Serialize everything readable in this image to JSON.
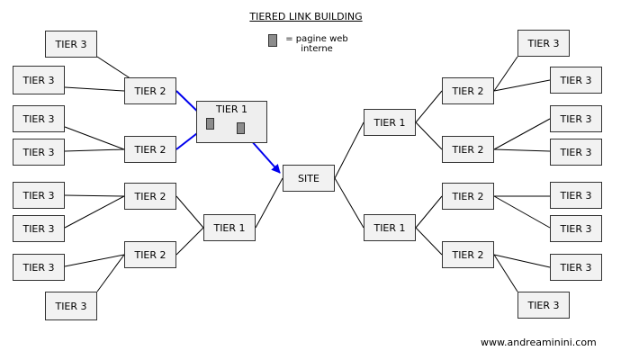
{
  "title": "TIERED LINK BUILDING",
  "legend": {
    "text": "= pagine web interne",
    "icon": "page-square"
  },
  "footer": "www.andreaminini.com",
  "labels": {
    "site": "SITE",
    "tier1": "TIER 1",
    "tier2": "TIER 2",
    "tier3": "TIER 3"
  },
  "colors": {
    "highlight_link": "#0000ee",
    "box_fill": "#f2f2f2",
    "page_fill": "#8c8c8c"
  }
}
